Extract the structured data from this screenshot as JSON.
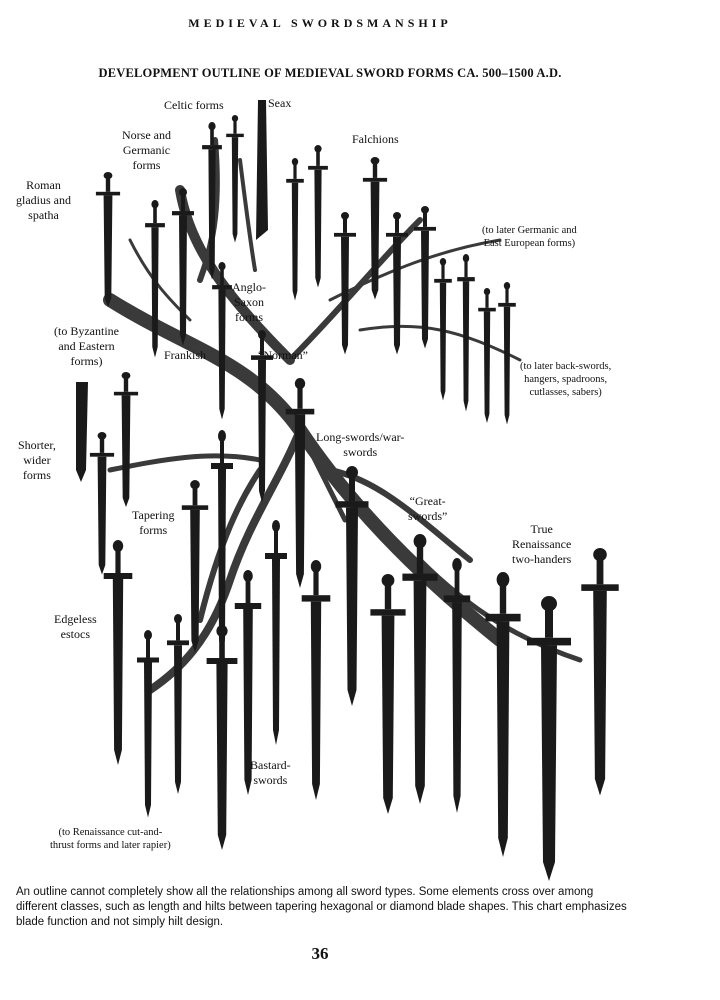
{
  "header": "MEDIEVAL SWORDSMANSHIP",
  "title": "DEVELOPMENT OUTLINE OF MEDIEVAL SWORD FORMS CA. 500–1500 A.D.",
  "labels": {
    "celtic": "Celtic forms",
    "seax": "Seax",
    "norse": [
      "Norse and",
      "Germanic",
      "forms"
    ],
    "falchions": "Falchions",
    "roman": [
      "Roman",
      "gladius and",
      "spatha"
    ],
    "later_germanic": [
      "(to later Germanic and",
      "East European forms)"
    ],
    "anglo_saxon": [
      "Anglo-",
      "Saxon",
      "forms"
    ],
    "byzantine": [
      "(to Byzantine",
      "and Eastern",
      "forms)"
    ],
    "frankish": "Frankish",
    "norman": "“Norman”",
    "back_swords": [
      "(to later back-swords,",
      "hangers, spadroons,",
      "cutlasses, sabers)"
    ],
    "shorter_wider": [
      "Shorter,",
      "wider",
      "forms"
    ],
    "long_swords": [
      "Long-swords/war-",
      "swords"
    ],
    "great_swords": [
      "“Great-",
      "swords”"
    ],
    "tapering": [
      "Tapering",
      "forms"
    ],
    "renaissance_two_handers": [
      "True",
      "Renaissance",
      "two-handers"
    ],
    "edgeless": [
      "Edgeless",
      "estocs"
    ],
    "bastard": [
      "Bastard-",
      "swords"
    ],
    "renaissance_cut": [
      "(to Renaissance cut-and-",
      "thrust forms and later rapier)"
    ]
  },
  "caption": "An outline cannot completely show all the relationships among all sword types. Some elements cross over among different classes, such as length and hilts between tapering hexagonal or diamond blade shapes. This chart emphasizes blade function and not simply hilt design.",
  "page_number": "36"
}
